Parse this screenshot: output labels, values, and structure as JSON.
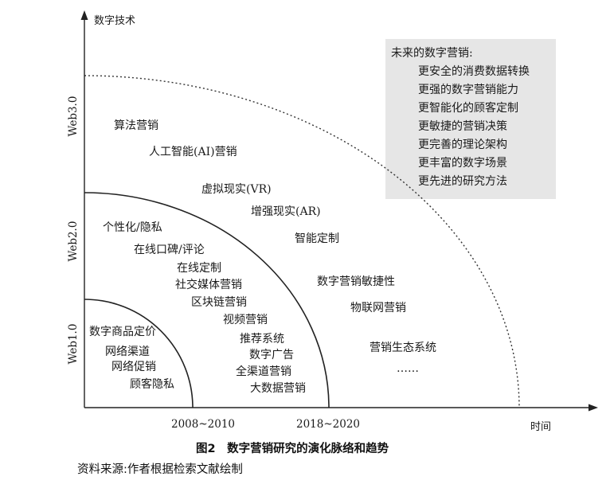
{
  "axes": {
    "y_label": "数字技术",
    "x_label": "时间",
    "x_ticks": [
      "2008~2010",
      "2018~2020"
    ],
    "y_ticks": [
      "Web1.0",
      "Web2.0",
      "Web3.0"
    ]
  },
  "zones": {
    "web1": [
      "数字商品定价",
      "网络渠道",
      "网络促销",
      "顾客隐私"
    ],
    "web2": [
      "个性化/隐私",
      "在线口碑/评论",
      "在线定制",
      "社交媒体营销",
      "区块链营销",
      "视频营销",
      "推荐系统",
      "数字广告",
      "全渠道营销",
      "大数据营销"
    ],
    "web3": [
      "算法营销",
      "人工智能(AI)营销",
      "虚拟现实(VR)",
      "增强现实(AR)",
      "智能定制",
      "数字营销敏捷性",
      "物联网营销",
      "营销生态系统",
      "……"
    ]
  },
  "future_box": {
    "title": "未来的数字营销:",
    "items": [
      "更安全的消费数据转换",
      "更强的数字营销能力",
      "更智能化的顾客定制",
      "更敏捷的营销决策",
      "更完善的理论架构",
      "更丰富的数字场景",
      "更先进的研究方法"
    ],
    "color": "#e6e6e6"
  },
  "caption": "图2　数字营销研究的演化脉络和趋势",
  "source": "资料来源:作者根据检索文献绘制"
}
